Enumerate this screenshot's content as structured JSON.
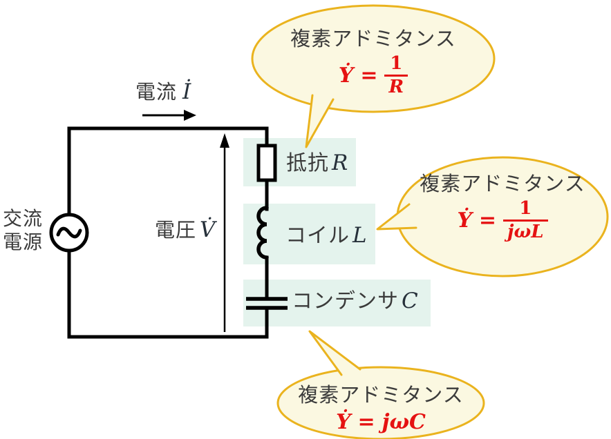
{
  "colors": {
    "background": "#ffffff",
    "mint_highlight": "#e4f3ed",
    "bubble_fill": "#fbf8e1",
    "bubble_border": "#eab31e",
    "formula_red": "#e51212",
    "text_dark": "#3a3a3a",
    "circuit_black": "#000000"
  },
  "circuit": {
    "source_label": [
      "交流",
      "電源"
    ],
    "current": {
      "label": "電流",
      "symbol": "İ"
    },
    "voltage": {
      "label": "電圧",
      "symbol": "V̇"
    },
    "components": [
      {
        "label": "抵抗",
        "symbol": "R"
      },
      {
        "label": "コイル",
        "symbol": "L"
      },
      {
        "label": "コンデンサ",
        "symbol": "C"
      }
    ]
  },
  "bubbles": [
    {
      "title": "複素アドミタンス",
      "lhs": "Ẏ",
      "eq": "=",
      "numerator": "1",
      "denominator": "R"
    },
    {
      "title": "複素アドミタンス",
      "lhs": "Ẏ",
      "eq": "=",
      "numerator": "1",
      "denominator": "jωL"
    },
    {
      "title": "複素アドミタンス",
      "lhs": "Ẏ",
      "eq": "=",
      "rhs": "jωC"
    }
  ]
}
